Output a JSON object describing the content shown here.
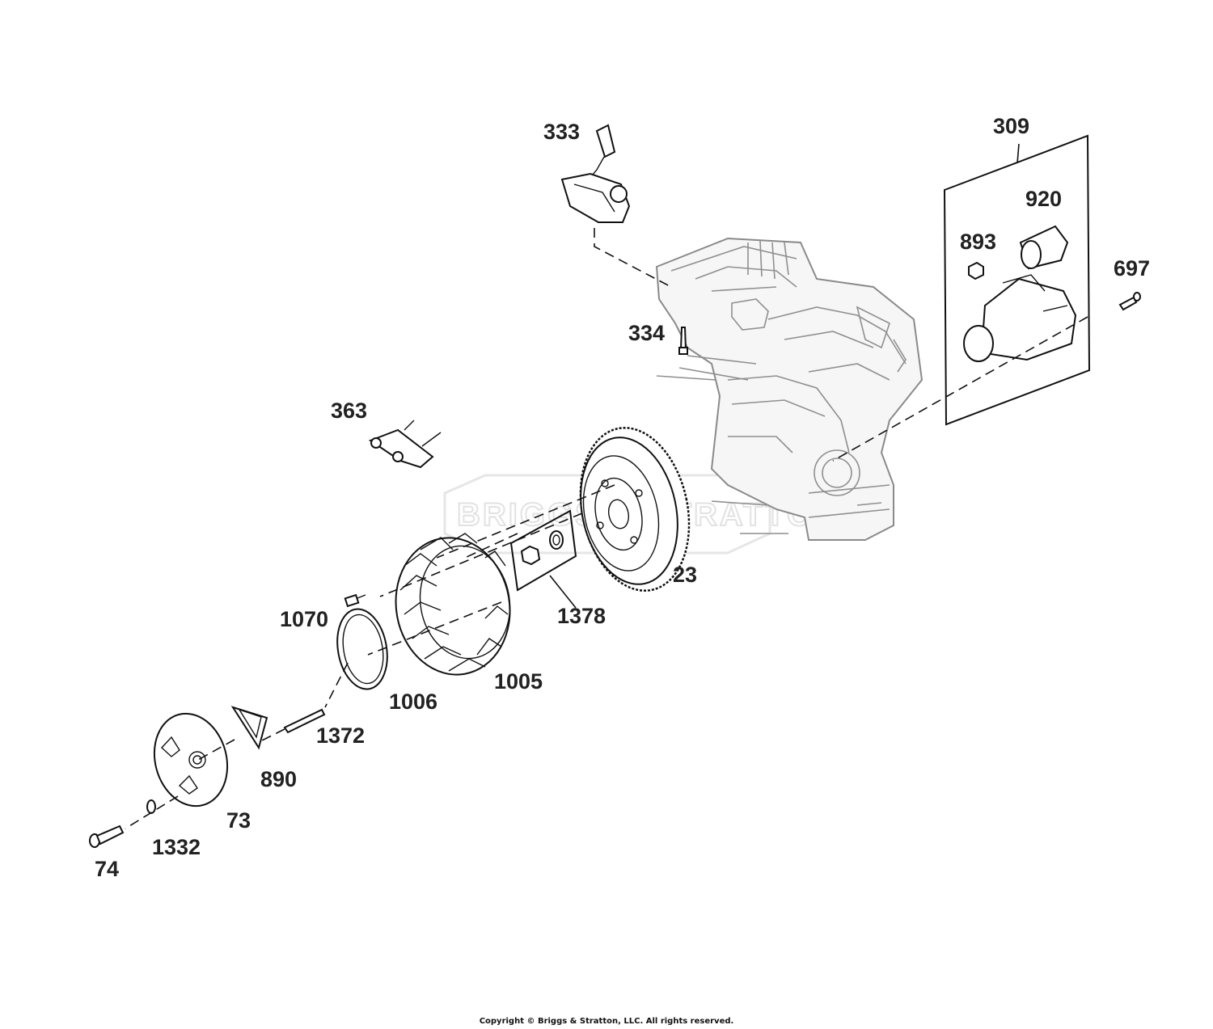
{
  "watermark": "BRIGGS & STRATTON",
  "copyright": "Copyright © Briggs & Stratton, LLC. All rights reserved.",
  "callouts": [
    {
      "id": "333",
      "text": "333"
    },
    {
      "id": "309",
      "text": "309"
    },
    {
      "id": "920",
      "text": "920"
    },
    {
      "id": "893",
      "text": "893"
    },
    {
      "id": "697",
      "text": "697"
    },
    {
      "id": "334",
      "text": "334"
    },
    {
      "id": "363",
      "text": "363"
    },
    {
      "id": "23",
      "text": "23"
    },
    {
      "id": "1378",
      "text": "1378"
    },
    {
      "id": "1070",
      "text": "1070"
    },
    {
      "id": "1005",
      "text": "1005"
    },
    {
      "id": "1006",
      "text": "1006"
    },
    {
      "id": "1372",
      "text": "1372"
    },
    {
      "id": "890",
      "text": "890"
    },
    {
      "id": "73",
      "text": "73"
    },
    {
      "id": "1332",
      "text": "1332"
    },
    {
      "id": "74",
      "text": "74"
    }
  ]
}
